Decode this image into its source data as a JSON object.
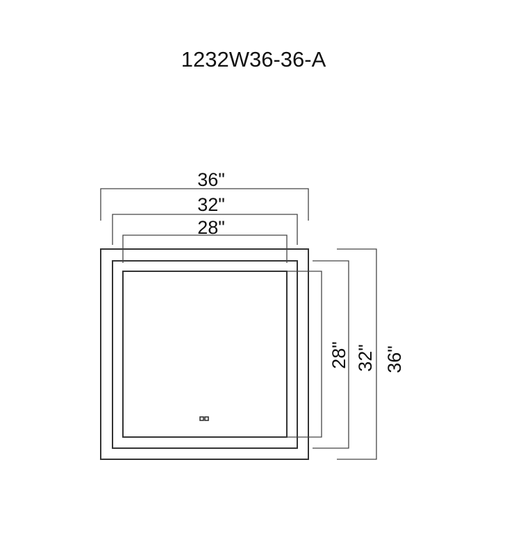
{
  "title": "1232W36-36-A",
  "dimensions": {
    "width_outer": "36\"",
    "width_middle": "32\"",
    "width_inner": "28\"",
    "height_inner": "28\"",
    "height_middle": "32\"",
    "height_outer": "36\""
  },
  "colors": {
    "line": "#333333",
    "text": "#111111"
  }
}
